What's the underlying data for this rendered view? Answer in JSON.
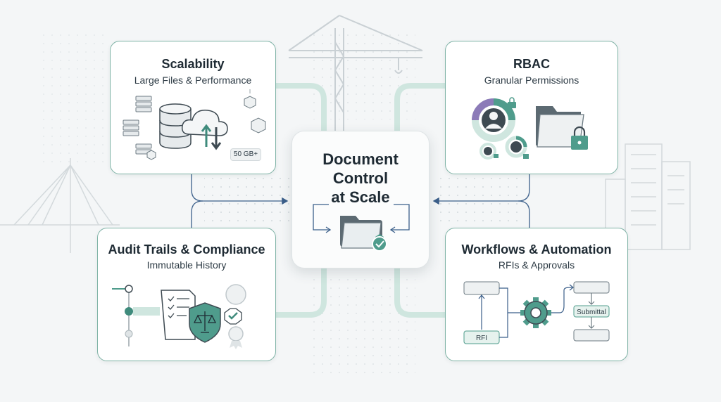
{
  "center": {
    "title_line1": "Document",
    "title_line2": "Control",
    "title_line3": "at Scale"
  },
  "cards": {
    "scalability": {
      "title": "Scalability",
      "subtitle": "Large Files & Performance",
      "badge": "50 GB+"
    },
    "rbac": {
      "title": "RBAC",
      "subtitle": "Granular Permissions"
    },
    "audit": {
      "title": "Audit Trails & Compliance",
      "subtitle": "Immutable History"
    },
    "workflows": {
      "title": "Workflows & Automation",
      "subtitle": "RFIs & Approvals",
      "rfi_label": "RFI",
      "submittal_label": "Submittal"
    }
  },
  "colors": {
    "accent": "#4f9c8c",
    "accent_light": "#cfe6df",
    "card_border": "#7fb3a6",
    "connector": "#3b5f8a",
    "background": "#f4f6f7"
  },
  "icons": {
    "scalability": [
      "server-icon",
      "database-icon",
      "cloud-sync-icon",
      "cube-icon"
    ],
    "rbac": [
      "user-ring-icon",
      "folder-icon",
      "lock-icon"
    ],
    "audit": [
      "timeline-icon",
      "checklist-document-icon",
      "shield-scales-icon",
      "badge-check-icon"
    ],
    "workflows": [
      "gear-icon",
      "flow-box-icon"
    ],
    "center": [
      "folder-check-icon",
      "cycle-arrows-icon"
    ]
  }
}
